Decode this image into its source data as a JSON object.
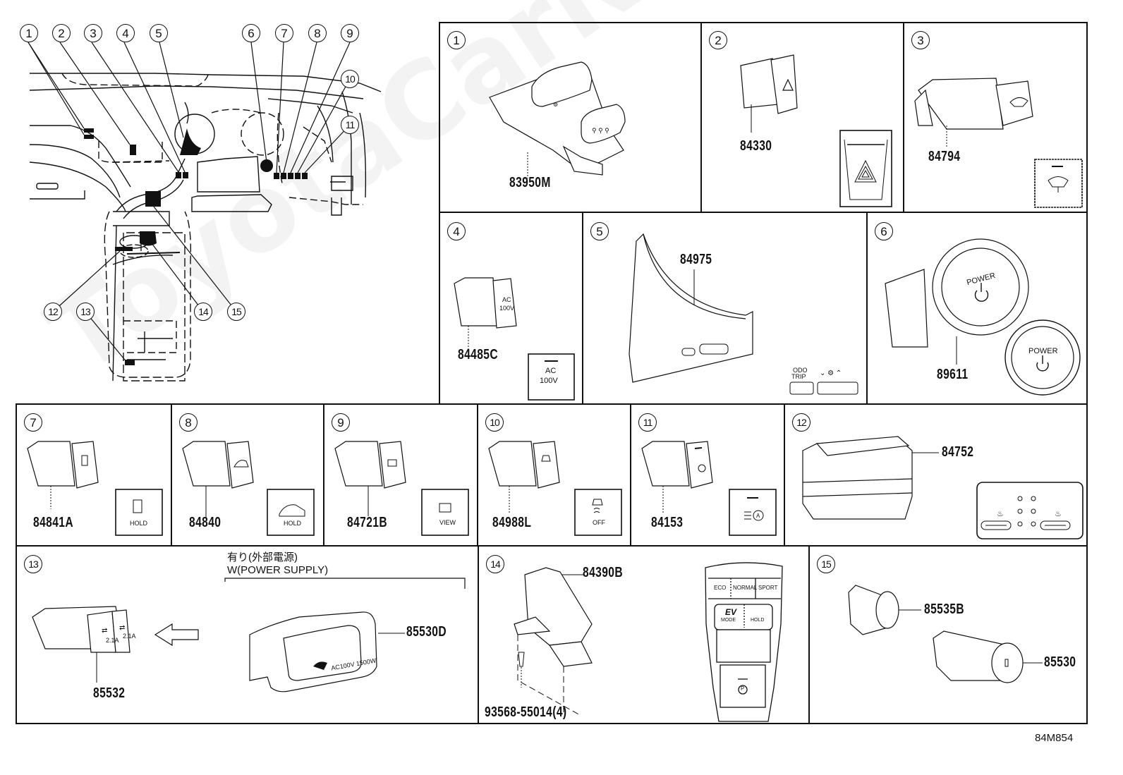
{
  "diagram": {
    "code": "84M854",
    "watermark": "ToyotaCarNirvana"
  },
  "overview": {
    "callouts": [
      "1",
      "2",
      "3",
      "4",
      "5",
      "6",
      "7",
      "8",
      "9",
      "10",
      "11",
      "12",
      "13",
      "14",
      "15"
    ]
  },
  "panels": [
    {
      "ref": "1",
      "parts": [
        "83950M"
      ]
    },
    {
      "ref": "2",
      "parts": [
        "84330"
      ]
    },
    {
      "ref": "3",
      "parts": [
        "84794"
      ]
    },
    {
      "ref": "4",
      "parts": [
        "84485C"
      ],
      "icon_text": [
        "AC",
        "100V"
      ]
    },
    {
      "ref": "5",
      "parts": [
        "84975"
      ],
      "icon_text": [
        "ODO",
        "TRIP"
      ]
    },
    {
      "ref": "6",
      "parts": [
        "89611"
      ],
      "icon_text": "POWER"
    },
    {
      "ref": "7",
      "parts": [
        "84841A"
      ],
      "icon_text": "HOLD"
    },
    {
      "ref": "8",
      "parts": [
        "84840"
      ],
      "icon_text": "HOLD"
    },
    {
      "ref": "9",
      "parts": [
        "84721B"
      ],
      "icon_text": "VIEW"
    },
    {
      "ref": "10",
      "parts": [
        "84988L"
      ],
      "icon_text": "OFF"
    },
    {
      "ref": "11",
      "parts": [
        "84153"
      ]
    },
    {
      "ref": "12",
      "parts": [
        "84752"
      ]
    },
    {
      "ref": "13",
      "parts": [
        "85532",
        "85530D"
      ],
      "note_jp": "有り(外部電源)",
      "note_en": "W(POWER SUPPLY)",
      "icon_text": [
        "2.1A",
        "2.1A",
        "AC100V 1500W"
      ]
    },
    {
      "ref": "14",
      "parts": [
        "84390B",
        "93568-55014(4)"
      ],
      "icon_text": [
        "ECO",
        "NORMAL",
        "SPORT",
        "EV",
        "MODE",
        "HOLD",
        "P"
      ]
    },
    {
      "ref": "15",
      "parts": [
        "85535B",
        "85530"
      ]
    }
  ]
}
